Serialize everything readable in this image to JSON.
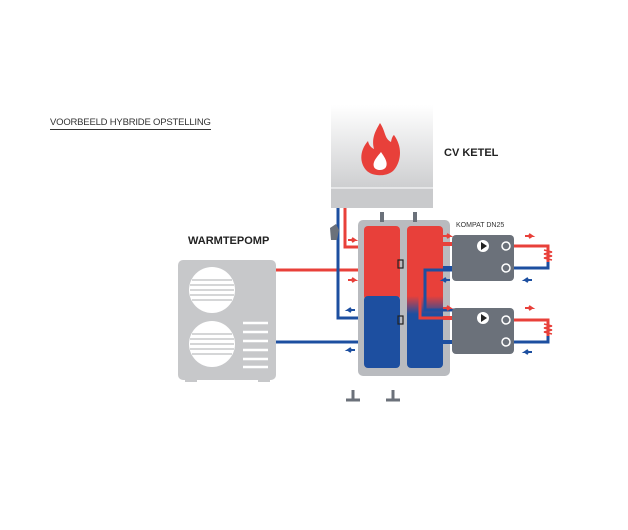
{
  "title": "VOORBEELD HYBRIDE OPSTELLING",
  "labels": {
    "boiler": "CV KETEL",
    "heat_pump": "WARMTEPOMP",
    "pump_group": "KOMPAT DN25"
  },
  "colors": {
    "hot": "#e8403a",
    "cold": "#1d4fa0",
    "device_gray": "#c7c8ca",
    "pump_gray": "#6b717a",
    "tank_frame": "#b9bbbf"
  }
}
